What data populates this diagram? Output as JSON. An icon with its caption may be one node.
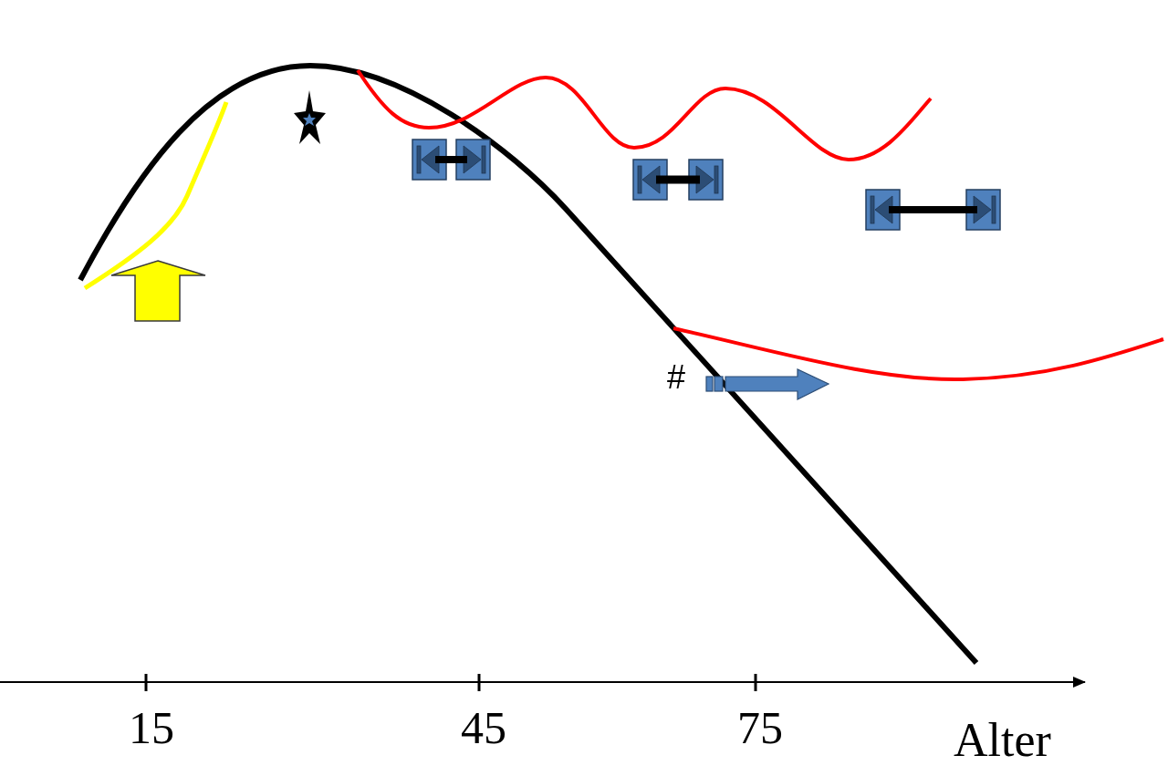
{
  "diagram": {
    "labels": [
      "15",
      "45",
      "75",
      "Alter",
      "#"
    ]
  }
}
